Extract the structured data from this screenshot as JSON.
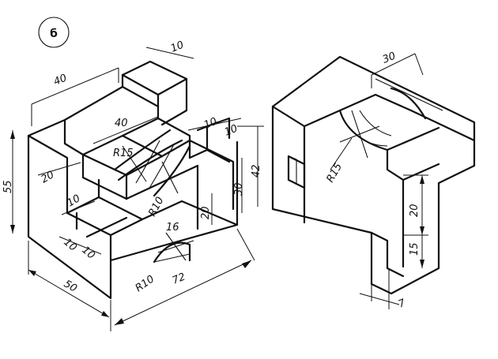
{
  "figure_number": "б",
  "left_view": {
    "dimensions": [
      "40",
      "10",
      "40",
      "10",
      "10",
      "55",
      "42",
      "30",
      "R15",
      "20",
      "10",
      "R10",
      "20",
      "16",
      "10",
      "10",
      "R10",
      "72",
      "50"
    ]
  },
  "right_view": {
    "dimensions": [
      "30",
      "R15",
      "20",
      "15",
      "7"
    ]
  }
}
